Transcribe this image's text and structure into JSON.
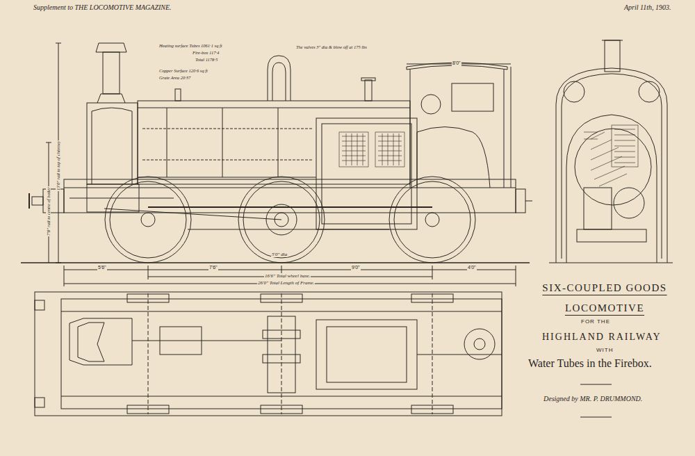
{
  "diagram": {
    "title": "SIX-COUPLED GOODS LOCOMOTIVE",
    "labels": [
      "Supplement to THE LOCOMOTIVE MAGAZINE.",
      "April 11th, 1903.",
      "FOR THE",
      "HIGHLAND RAILWAY",
      "WITH",
      "Water Tubes in the Firebox.",
      "Designed by MR. P. DRUMMOND.",
      "Heating surface Tubes 1061·1 sq ft",
      "Fire-box 117·4",
      "Total 1178·5",
      "Copper Surface 120·6 sq ft",
      "Grate Area 20·37",
      "The valves 3\" dia & blow off at 175 lbs",
      "5'6\"",
      "7'6\"",
      "9'0\"",
      "4'0\"",
      "16'6\" Total wheel base.",
      "26'0\" Total Length of Frame.",
      "5'0\" dia",
      "13'0\" rail to top of chimney",
      "7'8\" rail to centre of boiler",
      "8'0\""
    ]
  }
}
